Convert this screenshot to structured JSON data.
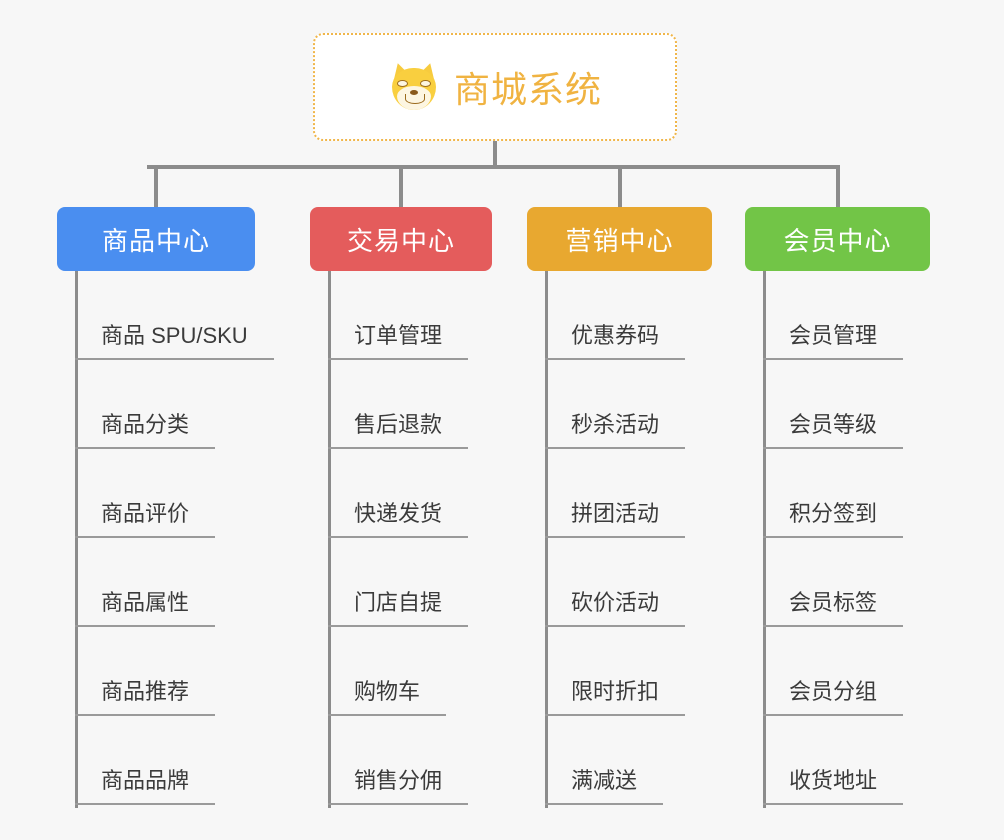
{
  "page": {
    "background_color": "#f7f7f7",
    "type": "organization-chart"
  },
  "root": {
    "title": "商城系统",
    "icon": "shiba-dog-face-emoji",
    "border_color": "#f0b64a",
    "text_color": "#f0b341",
    "background_color": "#ffffff"
  },
  "connector": {
    "color": "#8c8c8c"
  },
  "categories": [
    {
      "label": "商品中心",
      "color": "#4a8ef0",
      "items": [
        {
          "label": "商品 SPU/SKU"
        },
        {
          "label": "商品分类"
        },
        {
          "label": "商品评价"
        },
        {
          "label": "商品属性"
        },
        {
          "label": "商品推荐"
        },
        {
          "label": "商品品牌"
        }
      ]
    },
    {
      "label": "交易中心",
      "color": "#e45c5c",
      "items": [
        {
          "label": "订单管理"
        },
        {
          "label": "售后退款"
        },
        {
          "label": "快递发货"
        },
        {
          "label": "门店自提"
        },
        {
          "label": "购物车"
        },
        {
          "label": "销售分佣"
        }
      ]
    },
    {
      "label": "营销中心",
      "color": "#e8a830",
      "items": [
        {
          "label": "优惠券码"
        },
        {
          "label": "秒杀活动"
        },
        {
          "label": "拼团活动"
        },
        {
          "label": "砍价活动"
        },
        {
          "label": "限时折扣"
        },
        {
          "label": "满减送"
        }
      ]
    },
    {
      "label": "会员中心",
      "color": "#72c547",
      "items": [
        {
          "label": "会员管理"
        },
        {
          "label": "会员等级"
        },
        {
          "label": "积分签到"
        },
        {
          "label": "会员标签"
        },
        {
          "label": "会员分组"
        },
        {
          "label": "收货地址"
        }
      ]
    }
  ]
}
